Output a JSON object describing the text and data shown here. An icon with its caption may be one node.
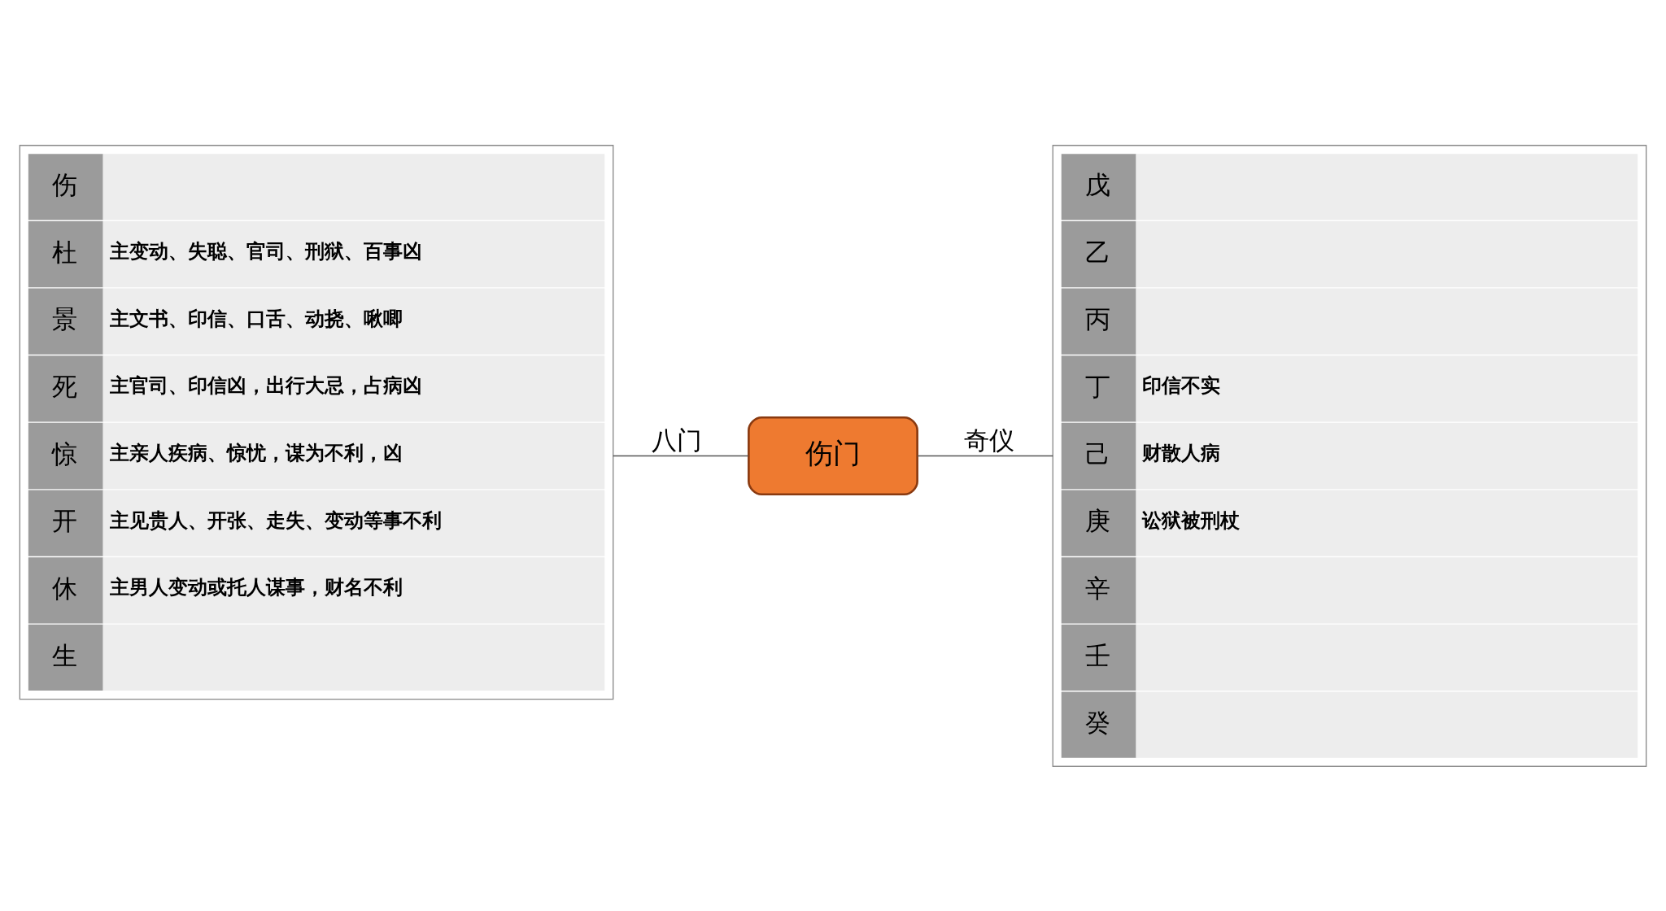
{
  "diagram": {
    "nodes": [
      {
        "text": [],
        "shape": "box"
      },
      {
        "text": [
          "伤"
        ],
        "in": 0
      },
      {
        "text": [
          "杜",
          "主变动、失聪、官司、刑狱、百事凶"
        ],
        "in": 0
      },
      {
        "text": [
          "景",
          "主文书、印信、口舌、动挠、啾唧"
        ],
        "in": 0
      },
      {
        "text": [
          "死",
          "主官司、印信凶，出行大忌，占病凶"
        ],
        "in": 0
      },
      {
        "text": [
          "惊",
          "主亲人疾病、惊忧，谋为不利，凶"
        ],
        "in": 0
      },
      {
        "text": [
          "开",
          "主见贵人、开张、走失、变动等事不利"
        ],
        "in": 0
      },
      {
        "text": [
          "休",
          "主男人变动或托人谋事，财名不利"
        ],
        "in": 0
      },
      {
        "text": [
          "生"
        ],
        "in": 0
      },
      {
        "text": [
          "伤门"
        ]
      },
      {
        "text": [],
        "shape": "box"
      },
      {
        "text": [
          "戊"
        ],
        "in": 10
      },
      {
        "text": [
          "乙"
        ],
        "in": 10
      },
      {
        "text": [
          "丙"
        ],
        "in": 10
      },
      {
        "text": [
          "丁",
          "印信不实"
        ],
        "in": 10
      },
      {
        "text": [
          "己",
          "财散人病"
        ],
        "in": 10
      },
      {
        "text": [
          "庚",
          "讼狱被刑杖"
        ],
        "in": 10
      },
      {
        "text": [
          "辛"
        ],
        "in": 10
      },
      {
        "text": [
          "壬"
        ],
        "in": 10
      },
      {
        "text": [
          "癸"
        ],
        "in": 10
      }
    ],
    "edges": [
      {
        "from": 0,
        "to": 9,
        "label": "八门",
        "arrow": "none"
      },
      {
        "from": 9,
        "to": 10,
        "label": "奇仪",
        "arrow": "none"
      }
    ]
  }
}
